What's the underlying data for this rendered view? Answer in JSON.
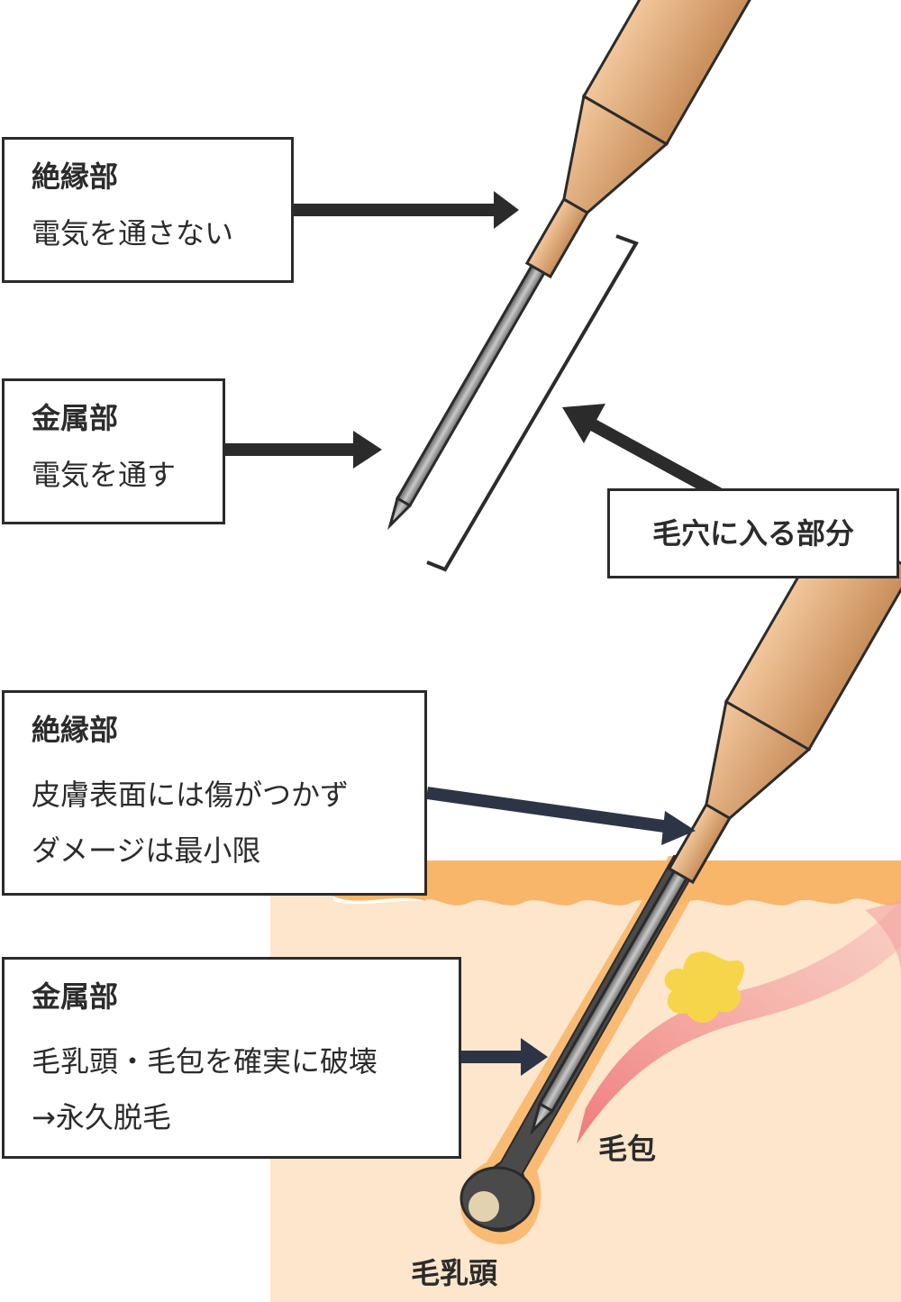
{
  "top_diagram": {
    "insulated_part": {
      "title": "絶縁部",
      "desc": "電気を通さない"
    },
    "metal_part": {
      "title": "金属部",
      "desc": "電気を通す"
    },
    "pore_part_label": "毛穴に入る部分"
  },
  "bottom_diagram": {
    "insulated_part": {
      "title": "絶縁部",
      "lines": [
        "皮膚表面には傷がつかず",
        "ダメージは最小限"
      ]
    },
    "metal_part": {
      "title": "金属部",
      "lines": [
        "毛乳頭・毛包を確実に破壊",
        "→永久脱毛"
      ]
    },
    "follicle_label": "毛包",
    "papilla_label": "毛乳頭"
  },
  "colors": {
    "handle": "#d9a06b",
    "needle": "#8c8c8c",
    "skin_surface": "#f8b66a",
    "skin_inner": "#fde6cc",
    "follicle": "#f09090",
    "gland": "#f7d54a",
    "outline": "#2b2b2b"
  }
}
